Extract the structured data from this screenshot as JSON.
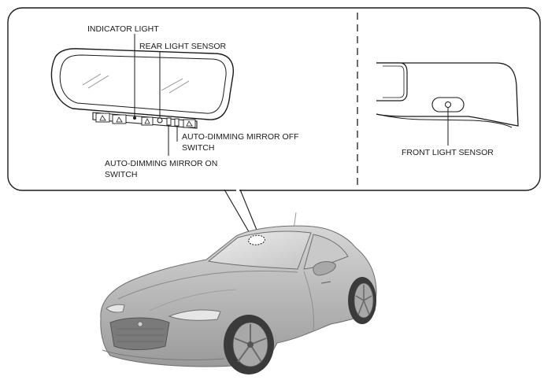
{
  "callout_labels": {
    "indicator_light": "INDICATOR LIGHT",
    "rear_light_sensor": "REAR LIGHT SENSOR",
    "off_switch_line1": "AUTO-DIMMING MIRROR OFF",
    "off_switch_line2": "SWITCH",
    "on_switch_line1": "AUTO-DIMMING MIRROR ON",
    "on_switch_line2": "SWITCH",
    "front_light_sensor": "FRONT LIGHT SENSOR"
  },
  "icons": [
    "home-link-button-icon",
    "sensor-dot-icon",
    "car-silhouette-icon"
  ],
  "colors": {
    "line": "#1a1a1a",
    "car_body": "#bdbdbd",
    "car_shadow": "#8a8a8a",
    "glass": "#d9d9d9",
    "tire": "#3a3a3a"
  }
}
